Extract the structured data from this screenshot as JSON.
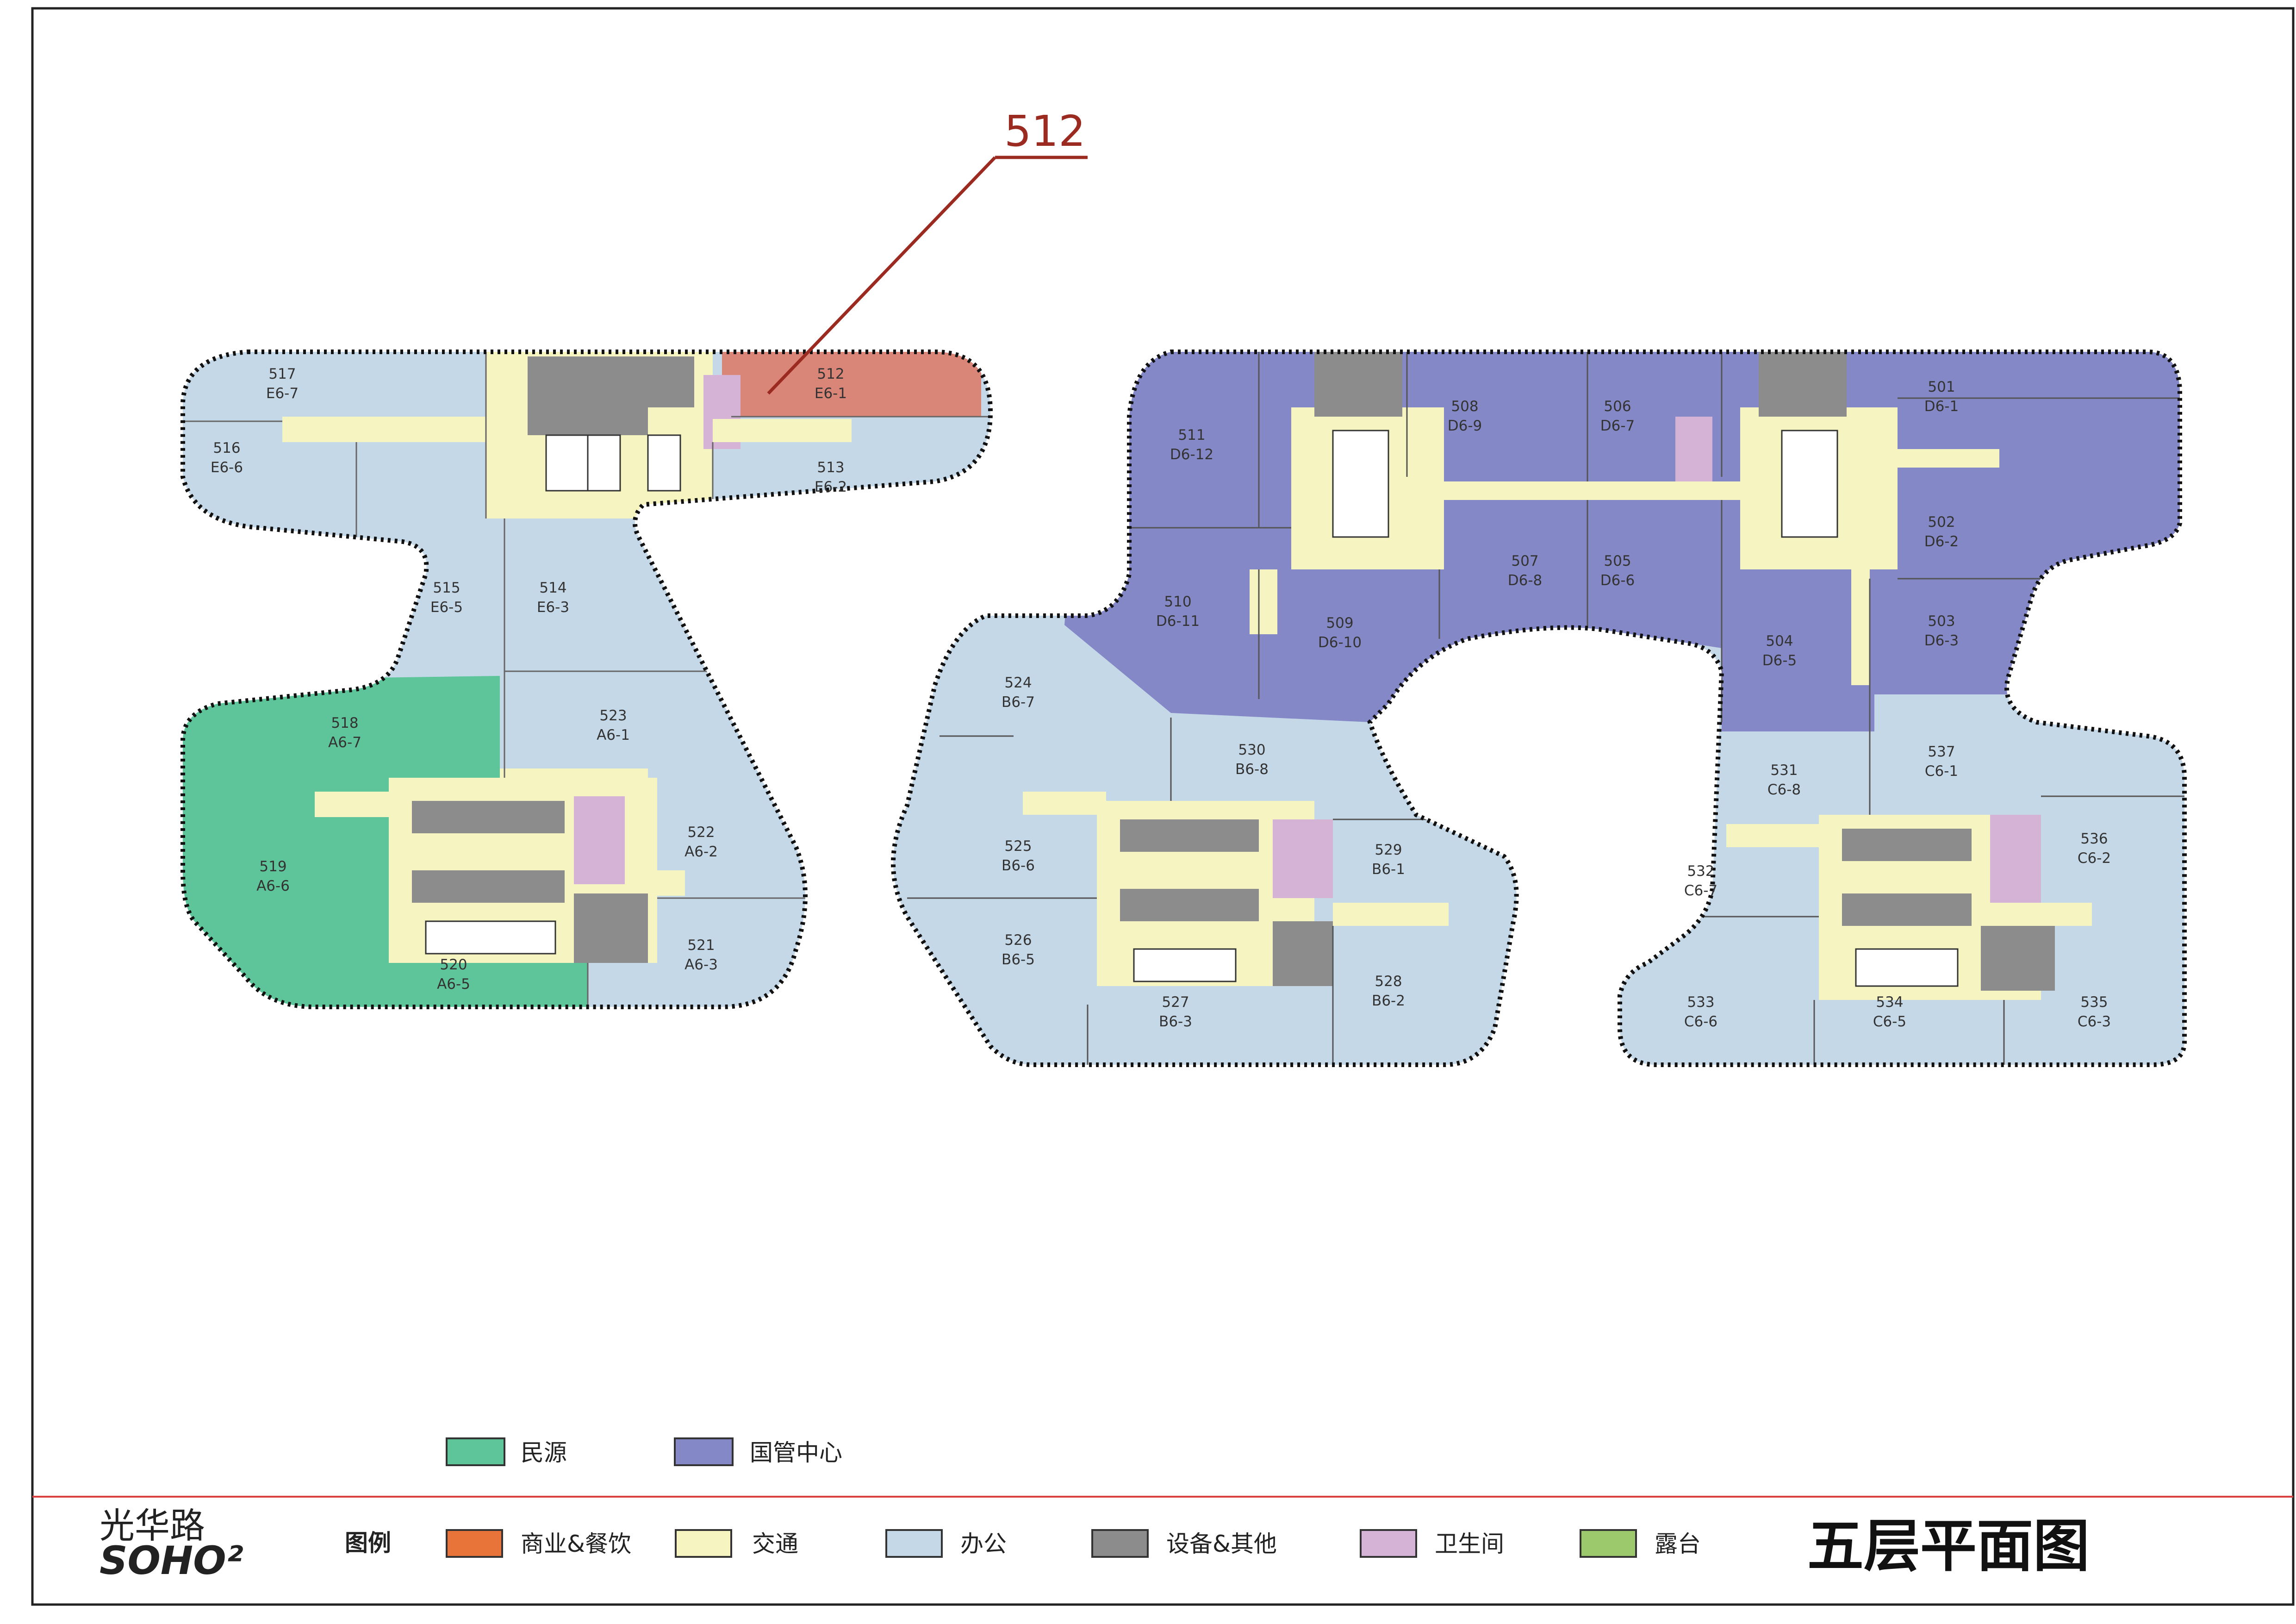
{
  "title": "五层平面图",
  "logo": {
    "top": "光华路",
    "bottom": "SOHO²"
  },
  "callout": {
    "label": "512"
  },
  "colors": {
    "office": "#c5d8e8",
    "traffic": "#f6f4c0",
    "equipment": "#8c8c8c",
    "restroom": "#d5b3d6",
    "minyuan": "#5ec49a",
    "guoguan": "#8488c6",
    "commercial": "#e8743a",
    "terrace": "#9bc96b",
    "highlight": "#d98577",
    "callout": "#9b2a20"
  },
  "legend_top": [
    {
      "label": "民源",
      "color": "#5ec49a"
    },
    {
      "label": "国管中心",
      "color": "#8488c6"
    }
  ],
  "legend_heading": "图例",
  "legend_bottom": [
    {
      "label": "商业&餐饮",
      "color": "#e8743a"
    },
    {
      "label": "交通",
      "color": "#f6f4c0"
    },
    {
      "label": "办公",
      "color": "#c5d8e8"
    },
    {
      "label": "设备&其他",
      "color": "#8c8c8c"
    },
    {
      "label": "卫生间",
      "color": "#d5b3d6"
    },
    {
      "label": "露台",
      "color": "#9bc96b"
    }
  ],
  "units": [
    {
      "num": "517",
      "code": "E6-7"
    },
    {
      "num": "516",
      "code": "E6-6"
    },
    {
      "num": "512",
      "code": "E6-1"
    },
    {
      "num": "513",
      "code": "E6-2"
    },
    {
      "num": "515",
      "code": "E6-5"
    },
    {
      "num": "514",
      "code": "E6-3"
    },
    {
      "num": "518",
      "code": "A6-7"
    },
    {
      "num": "523",
      "code": "A6-1"
    },
    {
      "num": "519",
      "code": "A6-6"
    },
    {
      "num": "522",
      "code": "A6-2"
    },
    {
      "num": "521",
      "code": "A6-3"
    },
    {
      "num": "520",
      "code": "A6-5"
    },
    {
      "num": "511",
      "code": "D6-12"
    },
    {
      "num": "508",
      "code": "D6-9"
    },
    {
      "num": "506",
      "code": "D6-7"
    },
    {
      "num": "501",
      "code": "D6-1"
    },
    {
      "num": "502",
      "code": "D6-2"
    },
    {
      "num": "507",
      "code": "D6-8"
    },
    {
      "num": "505",
      "code": "D6-6"
    },
    {
      "num": "510",
      "code": "D6-11"
    },
    {
      "num": "509",
      "code": "D6-10"
    },
    {
      "num": "504",
      "code": "D6-5"
    },
    {
      "num": "503",
      "code": "D6-3"
    },
    {
      "num": "524",
      "code": "B6-7"
    },
    {
      "num": "530",
      "code": "B6-8"
    },
    {
      "num": "525",
      "code": "B6-6"
    },
    {
      "num": "529",
      "code": "B6-1"
    },
    {
      "num": "526",
      "code": "B6-5"
    },
    {
      "num": "527",
      "code": "B6-3"
    },
    {
      "num": "528",
      "code": "B6-2"
    },
    {
      "num": "531",
      "code": "C6-8"
    },
    {
      "num": "537",
      "code": "C6-1"
    },
    {
      "num": "532",
      "code": "C6-7"
    },
    {
      "num": "536",
      "code": "C6-2"
    },
    {
      "num": "533",
      "code": "C6-6"
    },
    {
      "num": "534",
      "code": "C6-5"
    },
    {
      "num": "535",
      "code": "C6-3"
    }
  ]
}
